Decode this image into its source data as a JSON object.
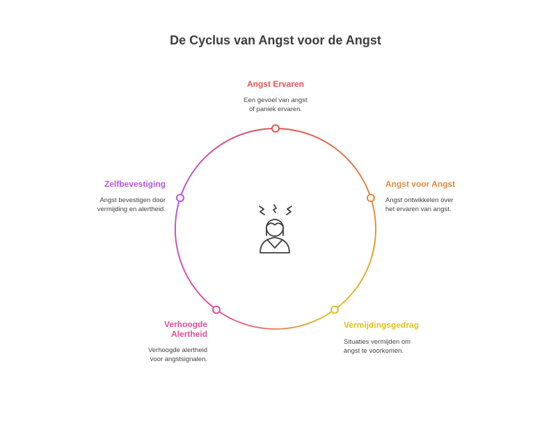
{
  "title": "De Cyclus van Angst voor de Angst",
  "center_icon": "anxious-person-icon",
  "stages": [
    {
      "label": "Angst Ervaren",
      "description_lines": [
        "Een gevoel van angst",
        "of paniek ervaren."
      ],
      "color": "#e05454"
    },
    {
      "label": "Angst voor Angst",
      "description_lines": [
        "Angst ontwikkelen over",
        "het ervaren van angst."
      ],
      "color": "#e08a3c"
    },
    {
      "label": "Vermijdingsgedrag",
      "description_lines": [
        "Situaties vermijden om",
        "angst te voorkomen."
      ],
      "color": "#e0c020"
    },
    {
      "label_lines": [
        "Verhoogde",
        "Alertheid"
      ],
      "description_lines": [
        "Verhoogde alertheid",
        "voor angstsignalen."
      ],
      "color": "#e0509a"
    },
    {
      "label": "Zelfbevestiging",
      "description_lines": [
        "Angst bevestigen door",
        "vermijding en alertheid."
      ],
      "color": "#b455e0"
    }
  ]
}
